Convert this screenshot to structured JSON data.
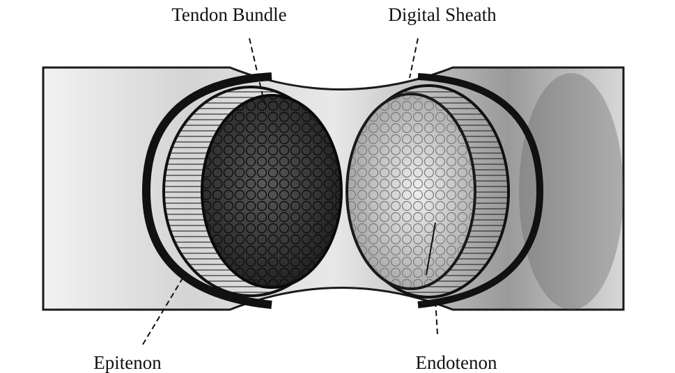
{
  "labels": {
    "tendon_bundle": "Tendon Bundle",
    "digital_sheath": "Digital Sheath",
    "epitenon": "Epitenon",
    "endotenon": "Endotenon"
  },
  "colors": {
    "ink": "#111111",
    "sheath_fill": "#d9d9d9",
    "sheath_shadow": "#6e6e6e",
    "left_bundle_dark": "#2a2a2a",
    "right_bundle_light": "#cfcfcf",
    "background": "#ffffff"
  }
}
